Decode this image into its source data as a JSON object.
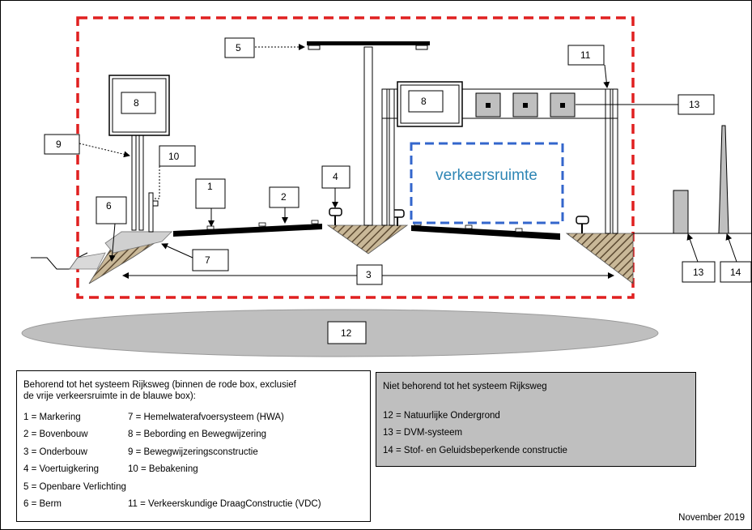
{
  "diagram": {
    "zone_label": "verkeersruimte",
    "callouts": {
      "c1": "1",
      "c2": "2",
      "c3": "3",
      "c4": "4",
      "c5": "5",
      "c6": "6",
      "c7": "7",
      "c8a": "8",
      "c8b": "8",
      "c9": "9",
      "c10": "10",
      "c11": "11",
      "c12": "12",
      "c13a": "13",
      "c13b": "13",
      "c14": "14"
    }
  },
  "legend_in": {
    "title_line1": "Behorend tot het systeem Rijksweg (binnen de rode box, exclusief",
    "title_line2": "de vrije verkeersruimte in de blauwe box):",
    "rows": [
      [
        "1 = Markering",
        "7 = Hemelwaterafvoersysteem (HWA)"
      ],
      [
        "2 = Bovenbouw",
        "8 = Bebording en Bewegwijzering"
      ],
      [
        "3 = Onderbouw",
        "9 = Bewegwijzeringsconstructie"
      ],
      [
        "4 = Voertuigkering",
        "10 = Bebakening"
      ],
      [
        "5 = Openbare Verlichting",
        ""
      ],
      [
        "6 = Berm",
        "11 = Verkeerskundige DraagConstructie (VDC)"
      ]
    ]
  },
  "legend_out": {
    "title": "Niet behorend tot het systeem Rijksweg",
    "items": [
      "12 = Natuurlijke  Ondergrond",
      "13 = DVM-systeem",
      "14 = Stof- en Geluidsbeperkende constructie"
    ]
  },
  "date": "November 2019",
  "colors": {
    "system_box": "#e02020",
    "traffic_space_box": "#3366cc",
    "traffic_space_text": "#2e86b5",
    "ground": "#bfbfbf",
    "hatch_fill": "#b8a88c",
    "road_surface": "#000000",
    "sign_gray": "#bfbfbf"
  }
}
